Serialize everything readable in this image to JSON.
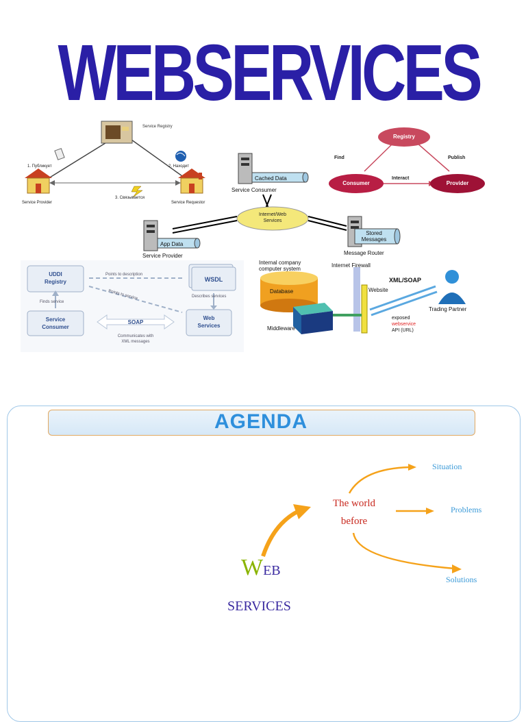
{
  "page_title": "WEBSERVICES",
  "diagram1": {
    "registry_label": "Service Registry",
    "step1": "1. Публикует",
    "step2": "2. Находит",
    "step3": "3. Связывается",
    "provider": "Service Provider",
    "requester": "Service Requestor"
  },
  "diagram2": {
    "registry": "Registry",
    "consumer": "Consumer",
    "provider": "Provider",
    "find": "Find",
    "publish": "Publish",
    "interact": "Interact"
  },
  "diagram3": {
    "cached_data": "Cached Data",
    "service_consumer": "Service Consumer",
    "internet_line1": "Internet/Web",
    "internet_line2": "Services",
    "app_data": "App Data",
    "service_provider": "Service Provider",
    "stored_line1": "Stored",
    "stored_line2": "Messages",
    "message_router": "Message Router"
  },
  "diagram4": {
    "uddi_line1": "UDDI",
    "uddi_line2": "Registry",
    "wsdl": "WSDL",
    "consumer_line1": "Service",
    "consumer_line2": "Consumer",
    "soap": "SOAP",
    "web_line1": "Web",
    "web_line2": "Services",
    "points_desc": "Points to description",
    "points_service": "Points to service",
    "finds": "Finds service",
    "describes": "Describes services",
    "comm_line1": "Communicates with",
    "comm_line2": "XML messages"
  },
  "diagram5": {
    "internal_line1": "Internal company",
    "internal_line2": "computer system",
    "firewall": "Internet Firewall",
    "xml_soap": "XML/SOAP",
    "database": "Database",
    "website": "Website",
    "trading_partner": "Trading Partner",
    "exposed": "exposed",
    "webservice": "webservice",
    "api": "API (URL)",
    "middleware": "Middleware"
  },
  "agenda": {
    "title": "AGENDA",
    "web_w": "W",
    "web_rest": "EB",
    "services": "SERVICES",
    "world_line1": "The world",
    "world_line2": "before",
    "situation": "Situation",
    "problems": "Problems",
    "solutions": "Solutions"
  },
  "colors": {
    "title": "#2a1fa6",
    "arrow": "#f5a21a",
    "registry_node": "#c8495e",
    "agenda_text": "#2e8fdc"
  }
}
